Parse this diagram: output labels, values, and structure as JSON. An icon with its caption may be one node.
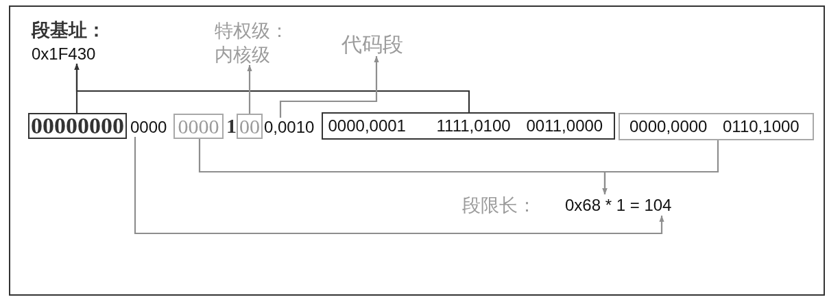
{
  "diagram": {
    "nodes": [
      {
        "text": [
          "段基址：",
          "0x1F430"
        ]
      },
      {
        "text": [
          "特权级：",
          "内核级"
        ]
      },
      {
        "text": [
          "代码段"
        ]
      },
      {
        "text": [
          "00000000"
        ]
      },
      {
        "text": [
          "0000"
        ]
      },
      {
        "text": [
          "0000"
        ]
      },
      {
        "text": [
          "00"
        ]
      },
      {
        "text": [
          "0,0010"
        ]
      },
      {
        "text": [
          "0000,0001",
          "1111,0100",
          "0011,0000"
        ]
      },
      {
        "text": [
          "0000,0000",
          "0110,1000"
        ]
      },
      {
        "text": [
          "段限长：",
          "0x68 * 1 = 104"
        ]
      }
    ],
    "edges": [
      {
        "from": 3,
        "to": 0,
        "arrow": "to",
        "color": "#333333"
      },
      {
        "from": 8,
        "to": 0,
        "arrow": "to",
        "color": "#333333"
      },
      {
        "from": 6,
        "to": 1,
        "arrow": "to"
      },
      {
        "from": 7,
        "to": 2,
        "arrow": "to"
      },
      {
        "from": 5,
        "to": 10,
        "arrow": "to"
      },
      {
        "from": 9,
        "to": 10,
        "arrow": "to"
      },
      {
        "from": 4,
        "to": 10,
        "arrow": "to"
      }
    ],
    "labels": [
      "1"
    ]
  }
}
